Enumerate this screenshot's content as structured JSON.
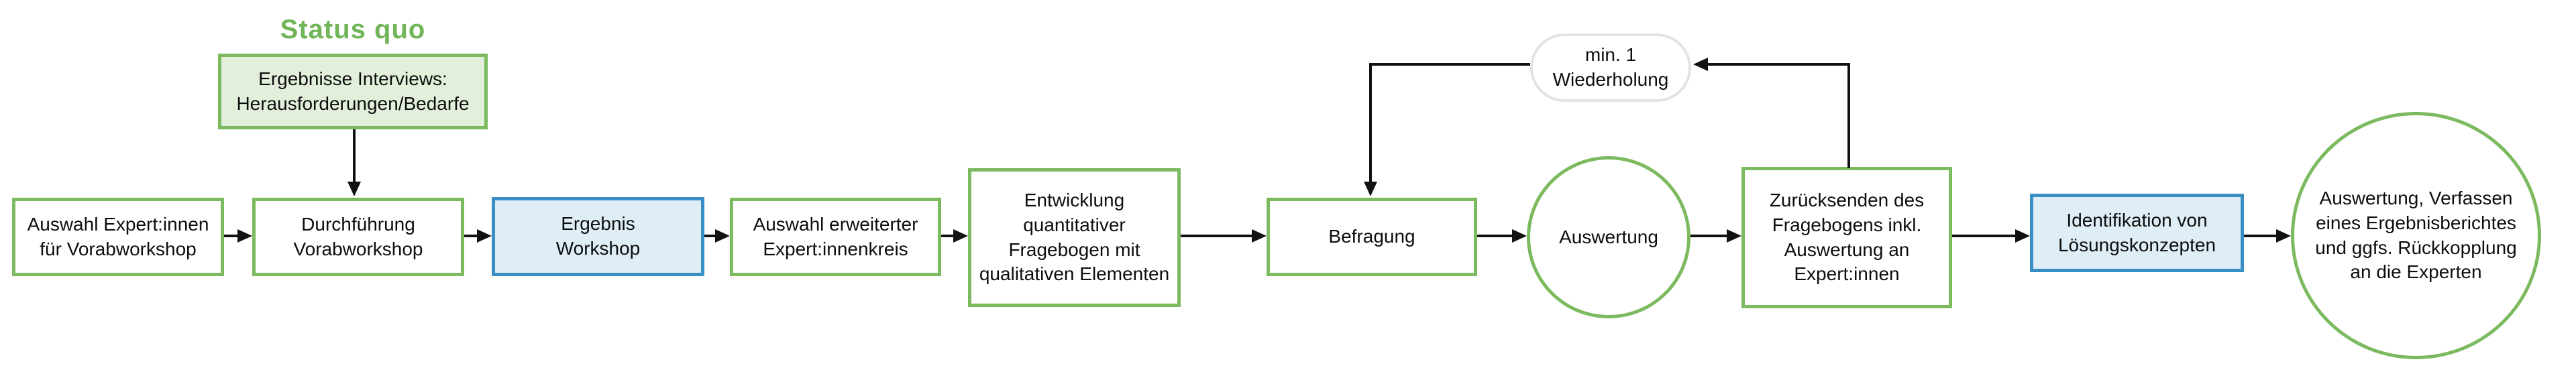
{
  "diagram": {
    "title": "Status quo",
    "nodes": [
      {
        "id": "ergebnisse-interviews",
        "shape": "rectangle",
        "variant": "green-filled",
        "label": "Ergebnisse Interviews:\nHerausforderungen/Bedarfe"
      },
      {
        "id": "auswahl-expertinnen-vorabworkshop",
        "shape": "rectangle",
        "variant": "green",
        "label": "Auswahl Expert:innen\nfür Vorabworkshop"
      },
      {
        "id": "durchfuehrung-vorabworkshop",
        "shape": "rectangle",
        "variant": "green",
        "label": "Durchführung\nVorabworkshop"
      },
      {
        "id": "ergebnis-workshop",
        "shape": "rectangle",
        "variant": "blue",
        "label": "Ergebnis\nWorkshop"
      },
      {
        "id": "auswahl-erweiterter-expertinnenkreis",
        "shape": "rectangle",
        "variant": "green",
        "label": "Auswahl erweiterter\nExpert:innenkreis"
      },
      {
        "id": "entwicklung-fragebogen",
        "shape": "rectangle",
        "variant": "green",
        "label": "Entwicklung\nquantitativer\nFragebogen mit\nqualitativen Elementen"
      },
      {
        "id": "befragung",
        "shape": "rectangle",
        "variant": "green",
        "label": "Befragung"
      },
      {
        "id": "auswertung",
        "shape": "ellipse",
        "variant": "green",
        "label": "Auswertung"
      },
      {
        "id": "zuruecksenden-fragebogen",
        "shape": "rectangle",
        "variant": "green",
        "label": "Zurücksenden des\nFragebogens inkl.\nAuswertung an\nExpert:innen"
      },
      {
        "id": "identifikation-loesungskonzepte",
        "shape": "rectangle",
        "variant": "blue",
        "label": "Identifikation von\nLösungskonzepten"
      },
      {
        "id": "auswertung-ergebnisbericht",
        "shape": "ellipse",
        "variant": "green",
        "label": "Auswertung, Verfassen\neines Ergebnisberichtes\nund ggfs. Rückkopplung\nan die Experten"
      },
      {
        "id": "min-1-wiederholung",
        "shape": "stadium",
        "variant": "gray",
        "label": "min. 1\nWiederholung"
      }
    ],
    "colors": {
      "green_border": "#7cba5f",
      "green_fill": "#e2efda",
      "blue_border": "#3a8ec6",
      "blue_fill": "#deedf6",
      "stadium_border": "#e3e3e3",
      "title_green": "#70b659",
      "connector": "#121212",
      "text": "#0d0d0d",
      "background": "#ffffff"
    }
  }
}
